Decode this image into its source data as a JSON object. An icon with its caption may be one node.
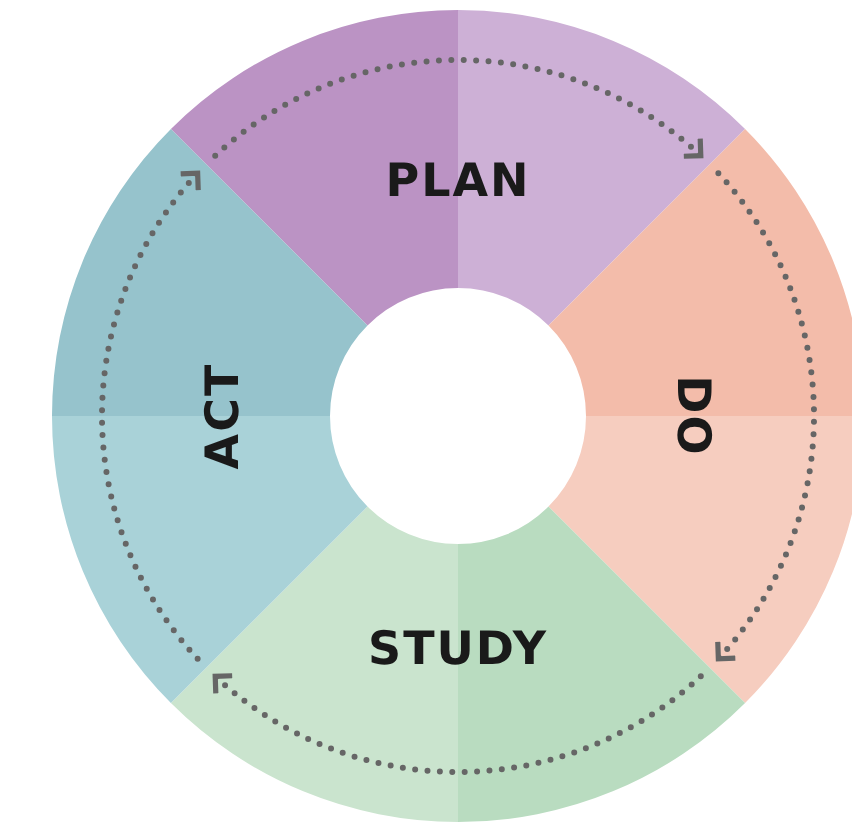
{
  "diagram": {
    "nodes": [
      {
        "text": [
          "PLAN"
        ]
      },
      {
        "text": [
          "DO"
        ]
      },
      {
        "text": [
          "STUDY"
        ]
      },
      {
        "text": [
          "ACT"
        ]
      }
    ],
    "edges": [
      {
        "from": 0,
        "to": 1,
        "arrow": "to",
        "style": "dashed"
      },
      {
        "from": 1,
        "to": 2,
        "arrow": "to",
        "style": "dashed"
      },
      {
        "from": 2,
        "to": 3,
        "arrow": "to",
        "style": "dashed"
      },
      {
        "from": 3,
        "to": 0,
        "arrow": "to",
        "style": "dashed"
      }
    ]
  }
}
